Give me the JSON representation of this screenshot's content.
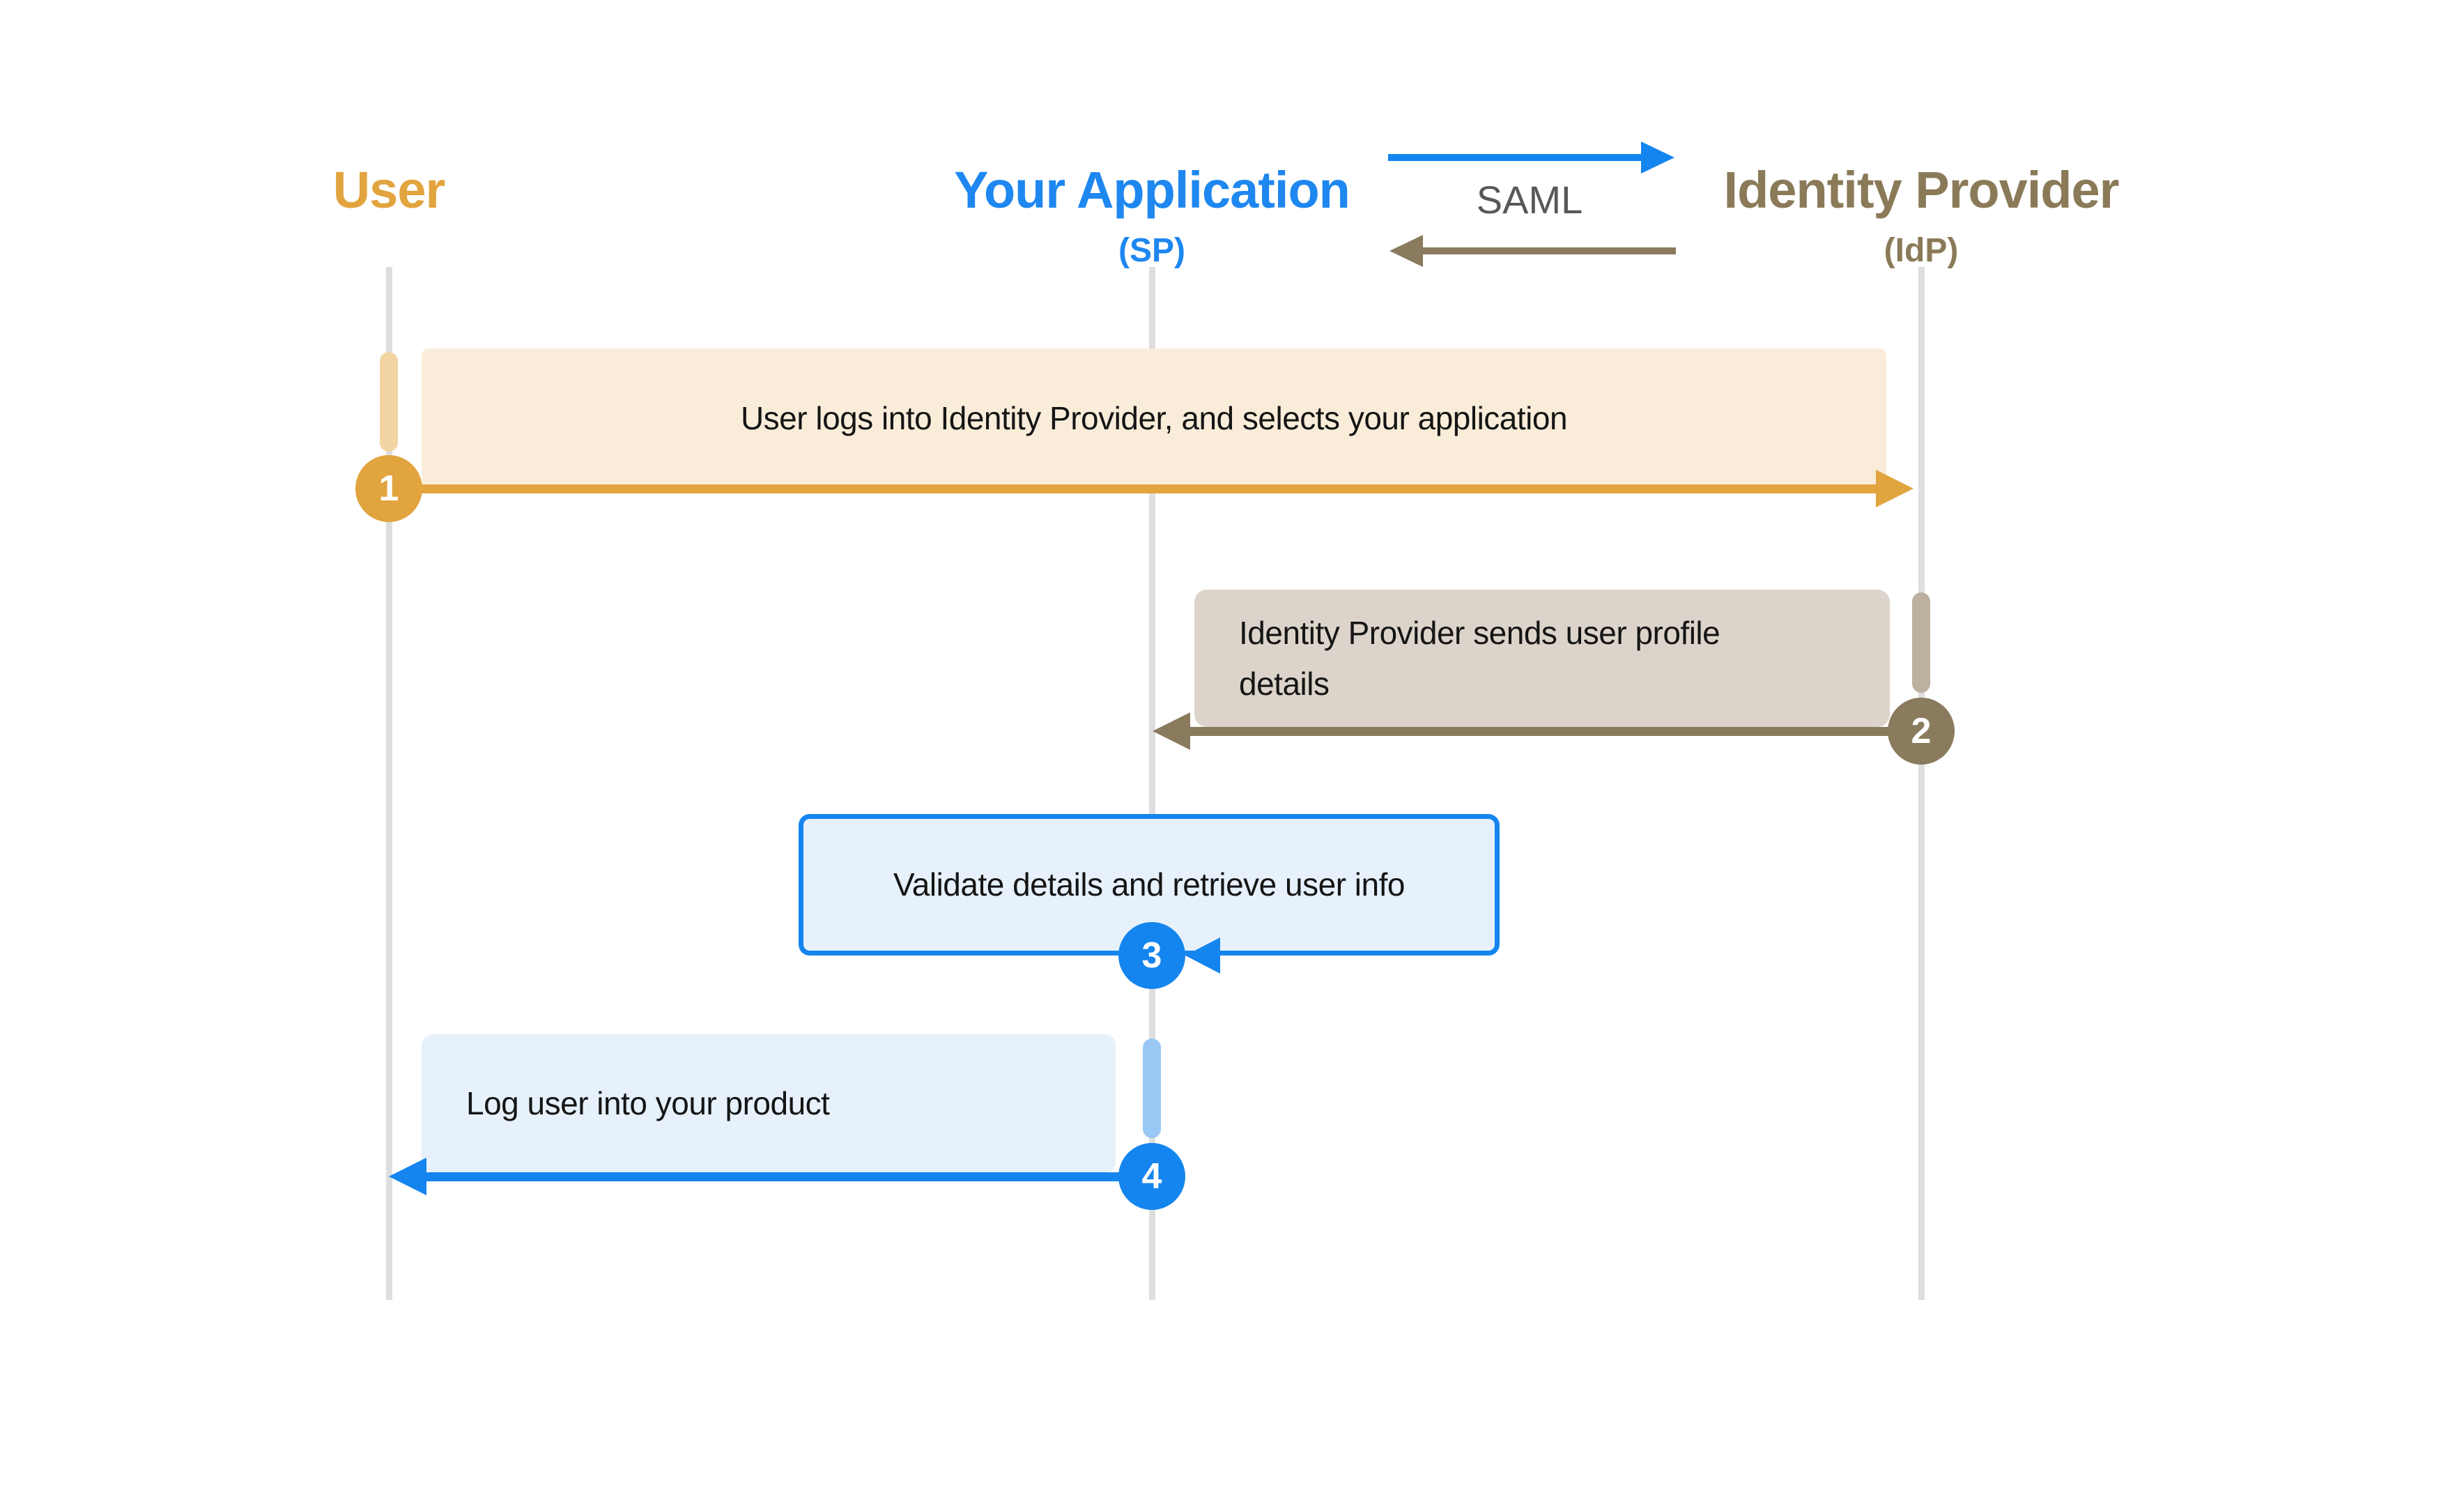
{
  "actors": {
    "user": {
      "title": "User"
    },
    "app": {
      "title": "Your Application",
      "subtitle": "(SP)"
    },
    "idp": {
      "title": "Identity Provider",
      "subtitle": "(IdP)"
    }
  },
  "protocol": {
    "label": "SAML"
  },
  "steps": [
    {
      "number": "1",
      "from": "user",
      "to": "idp",
      "text": "User logs into Identity Provider, and selects your application"
    },
    {
      "number": "2",
      "from": "idp",
      "to": "app",
      "text": "Identity Provider sends user profile details"
    },
    {
      "number": "3",
      "from": "app",
      "to": "app",
      "text": "Validate details and retrieve user info"
    },
    {
      "number": "4",
      "from": "app",
      "to": "user",
      "text": "Log user into your product"
    }
  ],
  "colors": {
    "user_accent": "#E2A43E",
    "user_activation": "#F2D5A2",
    "user_box": "#F9EDDA",
    "app_accent": "#1485EE",
    "app_activation": "#9AC8F5",
    "app_box": "#E7F1FB",
    "idp_accent": "#8A7B5E",
    "idp_activation": "#BCB19F",
    "idp_box": "#DCD4CA",
    "lifeline": "#DEDEDE",
    "protocol_text": "#57585B",
    "step_text": "#151515"
  }
}
